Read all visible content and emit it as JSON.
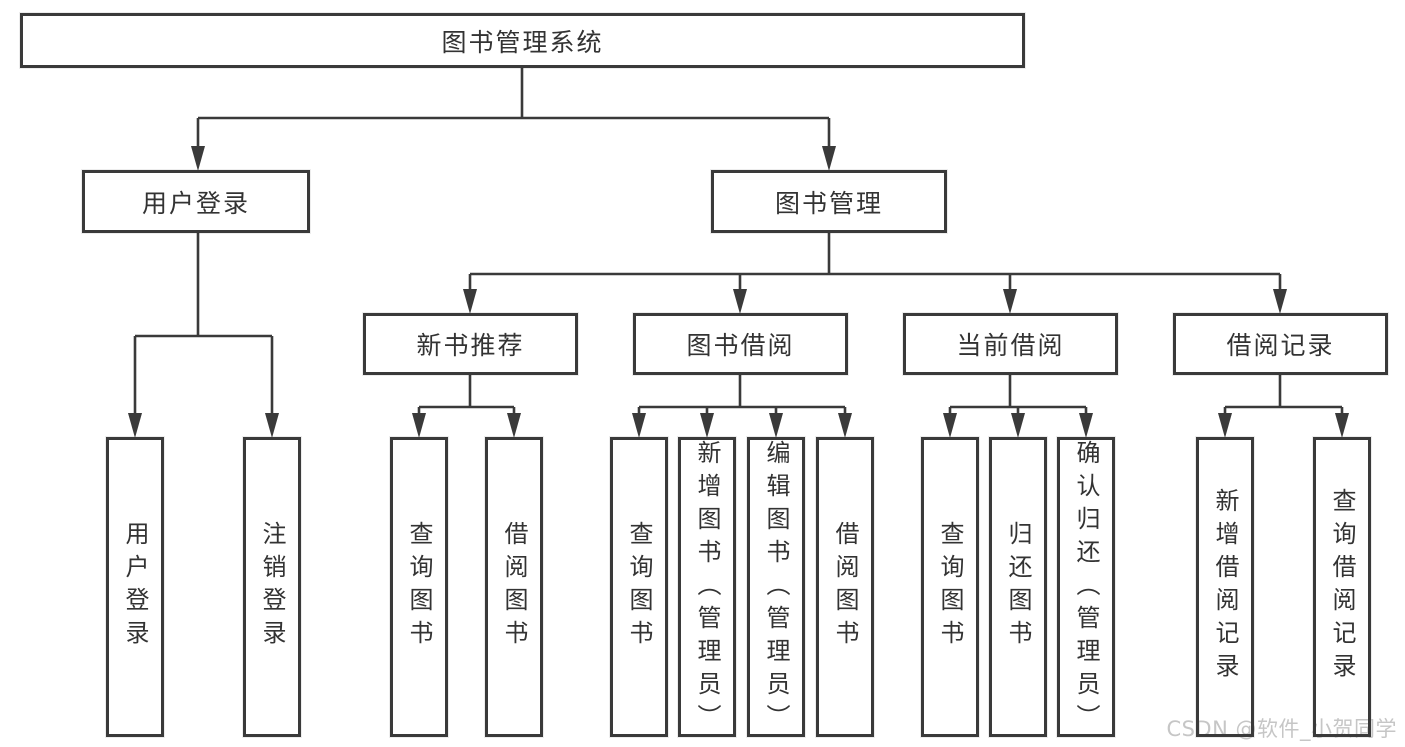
{
  "tree": {
    "root": "图书管理系统",
    "branches": [
      {
        "label": "用户登录",
        "children": [
          "用户登录",
          "注销登录"
        ]
      },
      {
        "label": "图书管理",
        "sections": [
          {
            "label": "新书推荐",
            "children": [
              "查询图书",
              "借阅图书"
            ]
          },
          {
            "label": "图书借阅",
            "children": [
              "查询图书",
              "新增图书（管理员）",
              "编辑图书（管理员）",
              "借阅图书"
            ]
          },
          {
            "label": "当前借阅",
            "children": [
              "查询图书",
              "归还图书",
              "确认归还（管理员）"
            ]
          },
          {
            "label": "借阅记录",
            "children": [
              "新增借阅记录",
              "查询借阅记录"
            ]
          }
        ]
      }
    ]
  },
  "colors": {
    "line": "#3a3a3a",
    "text": "#333333",
    "watermark_text": "#c6c6c6",
    "background": "#ffffff"
  },
  "watermark": "CSDN @软件_小贺同学"
}
